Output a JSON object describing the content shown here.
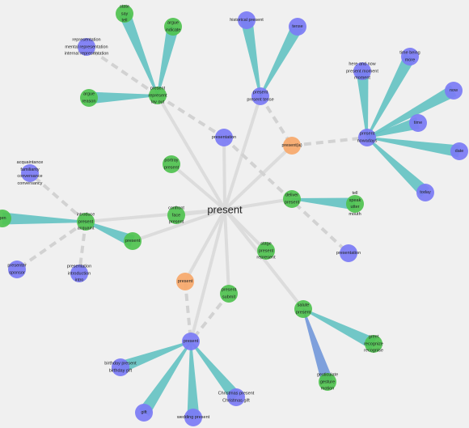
{
  "colors": {
    "background": "#f0f0f0",
    "synonym": "#4fc24f",
    "related": "#7b7bf5",
    "hyponym": "#f7a86a",
    "link_thin": "#dcdcdc",
    "link_dashed": "#d2d2d2",
    "link_wide": "#5bbfc0",
    "link_blue": "#6a92d8"
  },
  "center": {
    "label": "present"
  },
  "nodes": [
    {
      "id": "n1",
      "lines": [
        "state",
        "say",
        "tell"
      ],
      "kind": "synonym"
    },
    {
      "id": "n2",
      "lines": [
        "argue",
        "indicate"
      ],
      "kind": "synonym"
    },
    {
      "id": "n3",
      "lines": [
        "representation",
        "mental representation",
        "internal representation"
      ],
      "kind": "related"
    },
    {
      "id": "n4",
      "lines": [
        "argue",
        "reason"
      ],
      "kind": "synonym"
    },
    {
      "id": "n5",
      "lines": [
        "present",
        "represent",
        "lay out"
      ],
      "kind": "synonym"
    },
    {
      "id": "n6",
      "lines": [
        "historical present"
      ],
      "kind": "related"
    },
    {
      "id": "n7",
      "lines": [
        "tense"
      ],
      "kind": "related"
    },
    {
      "id": "n8",
      "lines": [
        "present",
        "present tense"
      ],
      "kind": "related"
    },
    {
      "id": "n9",
      "lines": [
        "presentation"
      ],
      "kind": "related"
    },
    {
      "id": "n10",
      "lines": [
        "present(a)"
      ],
      "kind": "hyponym"
    },
    {
      "id": "n11",
      "lines": [
        "here and now",
        "present moment",
        "moment"
      ],
      "kind": "related"
    },
    {
      "id": "n12",
      "lines": [
        "time being",
        "more"
      ],
      "kind": "related"
    },
    {
      "id": "n13",
      "lines": [
        "now"
      ],
      "kind": "related"
    },
    {
      "id": "n14",
      "lines": [
        "time"
      ],
      "kind": "related"
    },
    {
      "id": "n15",
      "lines": [
        "present",
        "nowadays"
      ],
      "kind": "related"
    },
    {
      "id": "n16",
      "lines": [
        "date"
      ],
      "kind": "related"
    },
    {
      "id": "n17",
      "lines": [
        "today"
      ],
      "kind": "related"
    },
    {
      "id": "n18",
      "lines": [
        "portray",
        "present"
      ],
      "kind": "synonym"
    },
    {
      "id": "n19",
      "lines": [
        "deliver",
        "present"
      ],
      "kind": "synonym"
    },
    {
      "id": "n20",
      "lines": [
        "tell",
        "speak",
        "utter",
        "mouth"
      ],
      "kind": "synonym"
    },
    {
      "id": "n21",
      "lines": [
        "acquaintance",
        "familiarity",
        "conversance",
        "conversancy"
      ],
      "kind": "related"
    },
    {
      "id": "n22",
      "lines": [
        "confront",
        "face",
        "present"
      ],
      "kind": "synonym"
    },
    {
      "id": "n23",
      "lines": [
        "introduce",
        "present",
        "acquaint"
      ],
      "kind": "synonym"
    },
    {
      "id": "n24",
      "lines": [
        "gen"
      ],
      "kind": "synonym"
    },
    {
      "id": "n25",
      "lines": [
        "stage",
        "present",
        "represent"
      ],
      "kind": "synonym"
    },
    {
      "id": "n26",
      "lines": [
        "present"
      ],
      "kind": "synonym"
    },
    {
      "id": "n27",
      "lines": [
        "presentation"
      ],
      "kind": "related"
    },
    {
      "id": "n28",
      "lines": [
        "presenter",
        "sponsor"
      ],
      "kind": "related"
    },
    {
      "id": "n29",
      "lines": [
        "presentation",
        "introduction",
        "intro"
      ],
      "kind": "related"
    },
    {
      "id": "n30",
      "lines": [
        "present"
      ],
      "kind": "hyponym"
    },
    {
      "id": "n31",
      "lines": [
        "present",
        "submit"
      ],
      "kind": "synonym"
    },
    {
      "id": "n32",
      "lines": [
        "salute",
        "present"
      ],
      "kind": "synonym"
    },
    {
      "id": "n33",
      "lines": [
        "greet",
        "recognize",
        "recognise"
      ],
      "kind": "synonym"
    },
    {
      "id": "n34",
      "lines": [
        "present"
      ],
      "kind": "related"
    },
    {
      "id": "n35",
      "lines": [
        "birthday present",
        "birthday gift"
      ],
      "kind": "related"
    },
    {
      "id": "n36",
      "lines": [
        "gesticulate",
        "gesture",
        "motion"
      ],
      "kind": "synonym"
    },
    {
      "id": "n37",
      "lines": [
        "Christmas present",
        "Christmas gift"
      ],
      "kind": "related"
    },
    {
      "id": "n38",
      "lines": [
        "gift"
      ],
      "kind": "related"
    },
    {
      "id": "n39",
      "lines": [
        "wedding present"
      ],
      "kind": "related"
    }
  ],
  "links": [
    {
      "from": "center",
      "to": "n5",
      "style": "thin"
    },
    {
      "from": "center",
      "to": "n8",
      "style": "thin"
    },
    {
      "from": "center",
      "to": "n9",
      "style": "thin"
    },
    {
      "from": "center",
      "to": "n10",
      "style": "thin"
    },
    {
      "from": "center",
      "to": "n18",
      "style": "thin"
    },
    {
      "from": "center",
      "to": "n19",
      "style": "thin"
    },
    {
      "from": "center",
      "to": "n22",
      "style": "thin"
    },
    {
      "from": "center",
      "to": "n23",
      "style": "thin"
    },
    {
      "from": "center",
      "to": "n26",
      "style": "thin"
    },
    {
      "from": "center",
      "to": "n25",
      "style": "thin"
    },
    {
      "from": "center",
      "to": "n30",
      "style": "thin"
    },
    {
      "from": "center",
      "to": "n31",
      "style": "thin"
    },
    {
      "from": "center",
      "to": "n32",
      "style": "thin"
    },
    {
      "from": "center",
      "to": "n34",
      "style": "thin"
    },
    {
      "from": "n9",
      "to": "n27",
      "style": "dashed"
    },
    {
      "from": "n5",
      "to": "n3",
      "style": "dashed"
    },
    {
      "from": "n5",
      "to": "n9",
      "style": "dashed"
    },
    {
      "from": "n8",
      "to": "n10",
      "style": "dashed"
    },
    {
      "from": "n10",
      "to": "n15",
      "style": "dashed"
    },
    {
      "from": "n23",
      "to": "n21",
      "style": "dashed"
    },
    {
      "from": "n23",
      "to": "n28",
      "style": "dashed"
    },
    {
      "from": "n23",
      "to": "n29",
      "style": "dashed"
    },
    {
      "from": "n30",
      "to": "n34",
      "style": "dashed"
    },
    {
      "from": "n31",
      "to": "n34",
      "style": "dashed"
    },
    {
      "from": "n5",
      "to": "n1",
      "style": "wide"
    },
    {
      "from": "n5",
      "to": "n2",
      "style": "wide"
    },
    {
      "from": "n5",
      "to": "n4",
      "style": "wide"
    },
    {
      "from": "n8",
      "to": "n6",
      "style": "wide"
    },
    {
      "from": "n8",
      "to": "n7",
      "style": "wide"
    },
    {
      "from": "n15",
      "to": "n11",
      "style": "wide"
    },
    {
      "from": "n15",
      "to": "n12",
      "style": "wide"
    },
    {
      "from": "n15",
      "to": "n13",
      "style": "wide"
    },
    {
      "from": "n15",
      "to": "n14",
      "style": "wide"
    },
    {
      "from": "n15",
      "to": "n16",
      "style": "wide"
    },
    {
      "from": "n15",
      "to": "n17",
      "style": "wide"
    },
    {
      "from": "n19",
      "to": "n20",
      "style": "wide"
    },
    {
      "from": "n23",
      "to": "n24",
      "style": "wide"
    },
    {
      "from": "n23",
      "to": "n26",
      "style": "wide"
    },
    {
      "from": "n32",
      "to": "n33",
      "style": "wide"
    },
    {
      "from": "n32",
      "to": "n36",
      "style": "wide-blue"
    },
    {
      "from": "n34",
      "to": "n35",
      "style": "wide"
    },
    {
      "from": "n34",
      "to": "n37",
      "style": "wide"
    },
    {
      "from": "n34",
      "to": "n38",
      "style": "wide"
    },
    {
      "from": "n34",
      "to": "n39",
      "style": "wide"
    }
  ]
}
